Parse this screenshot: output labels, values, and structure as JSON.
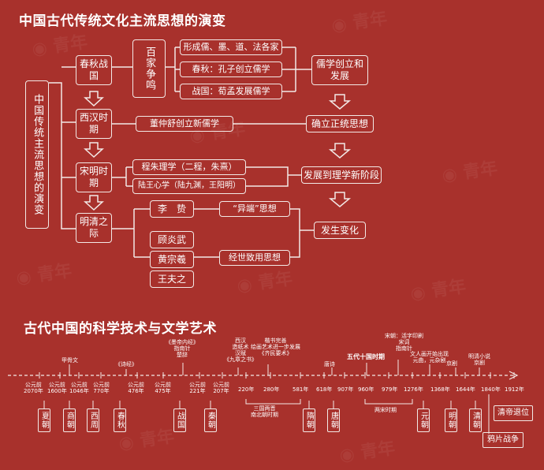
{
  "section1": {
    "title": "中国古代传统文化主流思想的演变",
    "side_label": "中国传统主流思想的演变",
    "eras": [
      "春秋战国",
      "西汉时期",
      "宋明时期",
      "明清之际"
    ],
    "baijia": "百家争鸣",
    "baijia_items": [
      "形成儒、墨、道、法各家",
      "春秋：孔子创立儒学",
      "战国：荀孟发展儒学"
    ],
    "rujia_create": "儒学创立和发展",
    "dong": "董仲舒创立新儒学",
    "zhengtong": "确立正统思想",
    "cheng_zhu": "程朱理学（二程，朱熹）",
    "lu_wang": "陆王心学（陆九渊，王阳明）",
    "lixue": "发展到理学新阶段",
    "li_zhi": "李　贽",
    "yiduan": "“异端”思想",
    "three": [
      "顾炎武",
      "黄宗羲",
      "王夫之"
    ],
    "jingshi": "经世致用思想",
    "change": "发生变化"
  },
  "section2": {
    "title": "古代中国的科学技术与文学艺术",
    "above_notes": [
      {
        "text": "甲骨文"
      },
      {
        "text": "《诗经》"
      },
      {
        "text": "《墨帝内经》\n指南针\n楚辞"
      },
      {
        "text": "西汉\n造纸术\n汉赋\n《九章之书》"
      },
      {
        "text": "楷书完善\n绘画艺术进一步发展\n《齐民要术》"
      },
      {
        "text": "唐诗"
      },
      {
        "text": "五代十国时期"
      },
      {
        "text": "宋朝：活字印刷\n宋词\n指南针"
      },
      {
        "text": "文人画开始出现\n元曲，元杂剧"
      },
      {
        "text": "京剧"
      },
      {
        "text": "明清小说\n京剧"
      }
    ],
    "dates": [
      "公元前\n2070年",
      "公元前\n1600年",
      "公元前\n1046年",
      "公元前\n770年",
      "公元前\n476年",
      "公元前\n475年",
      "公元前\n221年",
      "公元前\n207年",
      "220年",
      "280年",
      "581年",
      "618年",
      "907年",
      "960年",
      "979年",
      "1276年",
      "1368年",
      "1644年",
      "1840年",
      "1912年"
    ],
    "dynasties": [
      "夏朝",
      "商朝",
      "西周",
      "春秋",
      "战国",
      "秦朝",
      "隋朝",
      "唐朝",
      "元朝",
      "明朝",
      "清朝"
    ],
    "under_notes": [
      "三国两晋\n南北朝时期",
      "两宋时期"
    ],
    "qing_end": "清帝退位",
    "opium": "鸦片战争"
  },
  "colors": {
    "background": "#a8312c",
    "line": "#f3e9e6"
  }
}
